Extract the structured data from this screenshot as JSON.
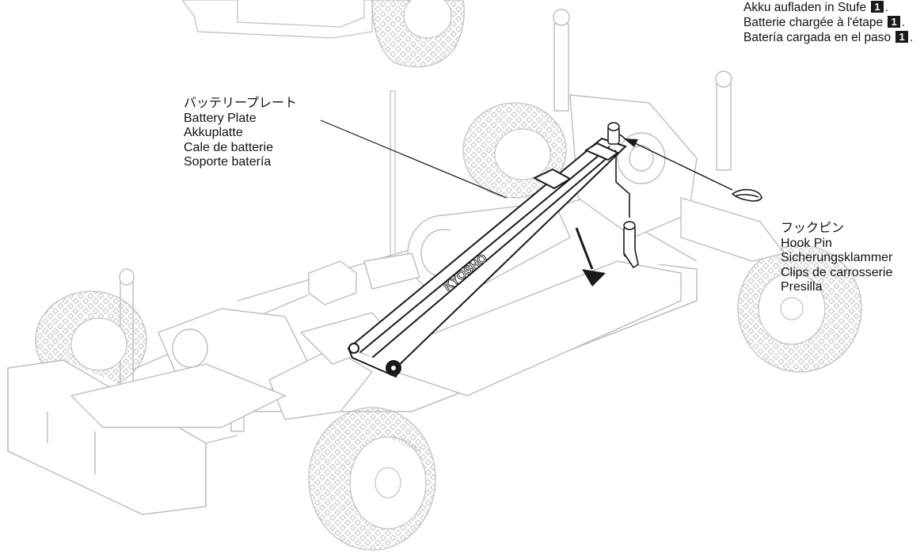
{
  "step_note": {
    "lines": [
      {
        "text": "Akku aufladen in Stufe",
        "step": "1",
        "suffix": "."
      },
      {
        "text": "Batterie chargée à l'étape",
        "step": "1",
        "suffix": "."
      },
      {
        "text": "Batería cargada en el paso",
        "step": "1",
        "suffix": "."
      }
    ]
  },
  "callouts": {
    "battery_plate": {
      "lines": [
        "バッテリープレート",
        "Battery Plate",
        "Akkuplatte",
        "Cale de batterie",
        "Soporte batería"
      ]
    },
    "hook_pin": {
      "lines": [
        "フックピン",
        "Hook Pin",
        "Sicherungsklammer",
        "Clips de carrosserie",
        "Presilla"
      ]
    }
  },
  "brand_marks": {
    "plate_logo": "KYOSHO",
    "tire_logo": "KYOSHO"
  },
  "colors": {
    "chassis_stroke": "#bdbdbd",
    "plate_stroke": "#1a1a1a",
    "badge_bg": "#1a1a1a"
  }
}
